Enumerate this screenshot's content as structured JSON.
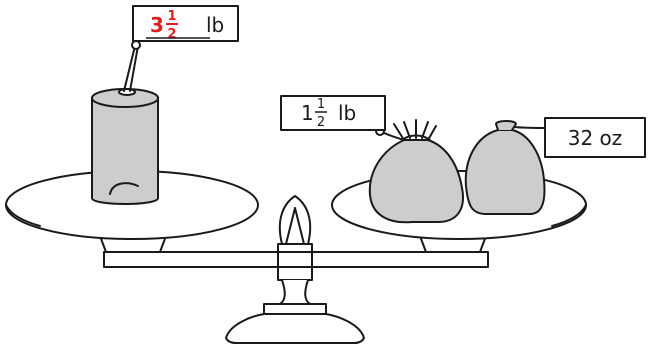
{
  "tags": {
    "can": {
      "whole": "3",
      "numerator": "1",
      "denominator": "2",
      "unit": "lb"
    },
    "bag": {
      "whole": "1",
      "numerator": "1",
      "denominator": "2",
      "unit": "lb"
    },
    "sack": {
      "text": "32 oz"
    }
  },
  "colors": {
    "highlight": "#e02020",
    "object_fill": "#cdcdcd",
    "stroke": "#1a1a1a",
    "background": "#ffffff"
  }
}
